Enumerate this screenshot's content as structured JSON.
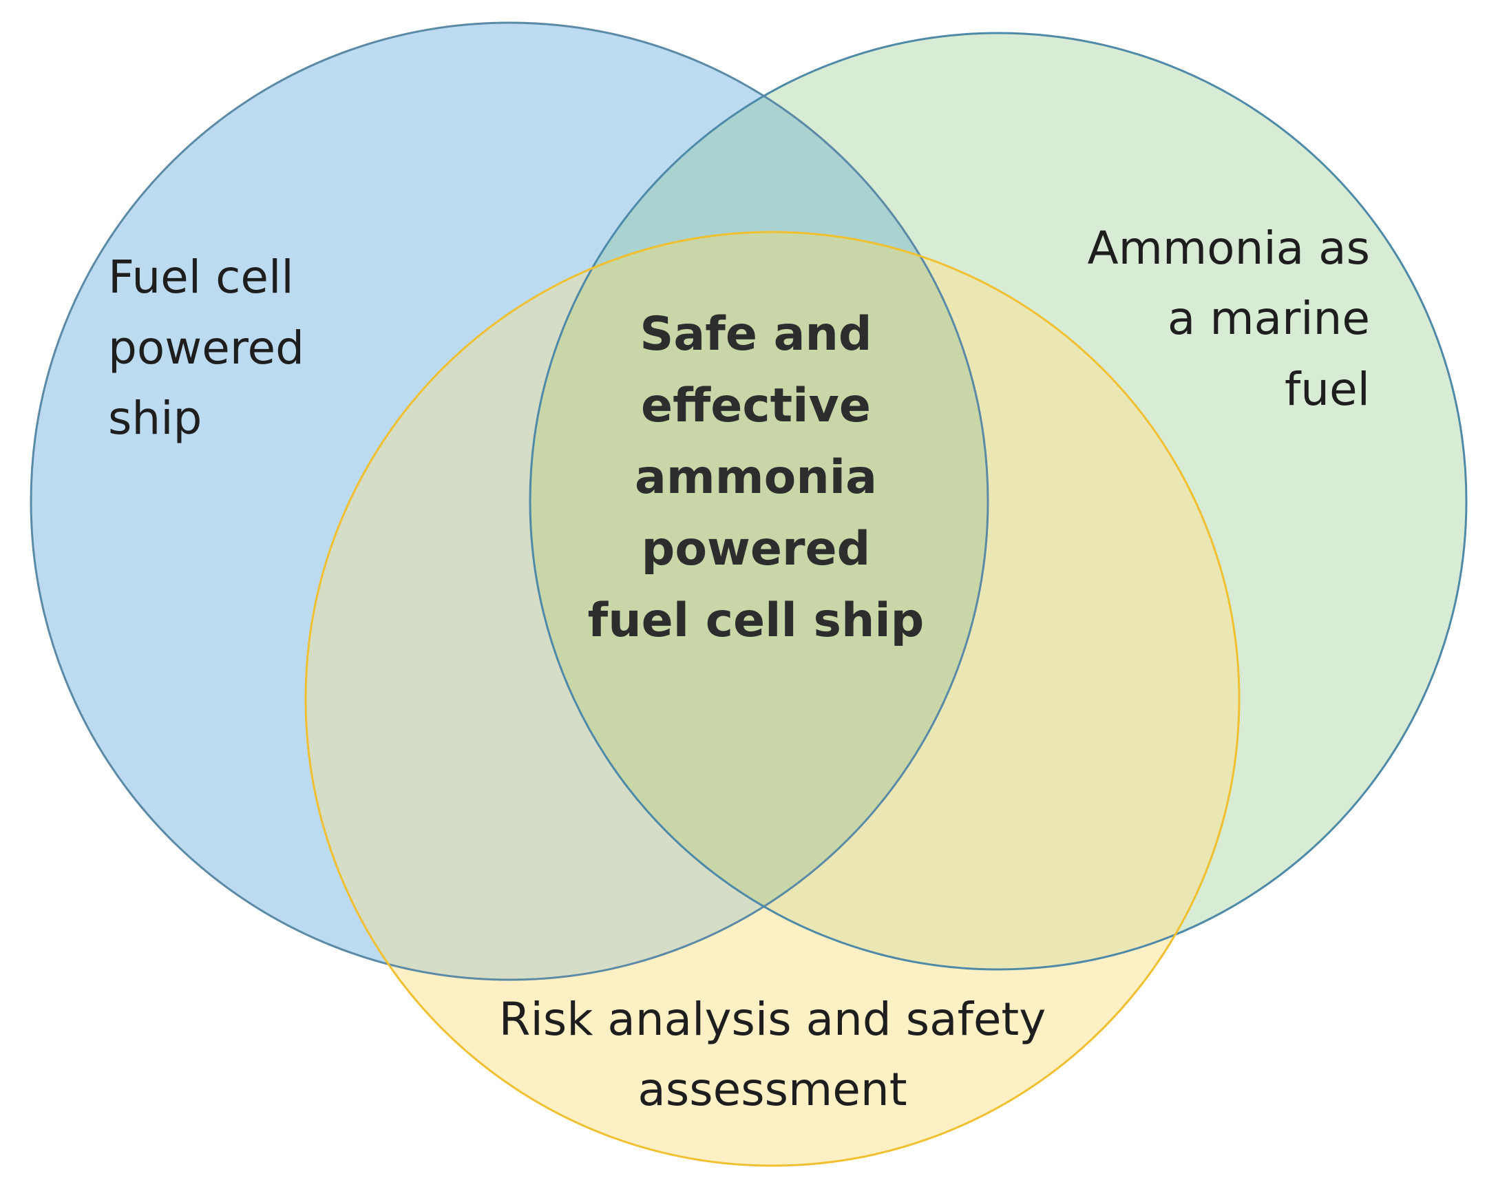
{
  "sets": [
    {
      "id": "fuel-cell",
      "label_lines": [
        "Fuel cell",
        "powered",
        "ship"
      ],
      "fill": "#bcdbf0",
      "stroke": "#5b8aa6"
    },
    {
      "id": "ammonia",
      "label_lines": [
        "Ammonia as",
        "a marine",
        "fuel"
      ],
      "fill": "#d8ebd4",
      "stroke": "#4e8aa8"
    },
    {
      "id": "risk",
      "label_lines": [
        "Risk analysis and safety",
        "assessment"
      ],
      "fill": "#fdf0c5",
      "stroke": "#f0c030"
    }
  ],
  "intersection": {
    "label_lines": [
      "Safe and",
      "effective",
      "ammonia",
      "powered",
      "fuel cell ship"
    ]
  }
}
